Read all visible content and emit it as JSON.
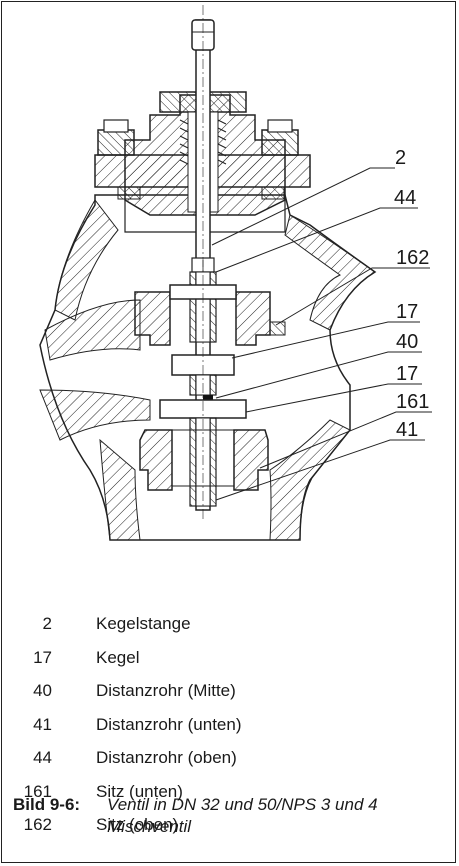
{
  "callouts": [
    "2",
    "44",
    "162",
    "17",
    "40",
    "17",
    "161",
    "41"
  ],
  "legend": [
    {
      "num": "2",
      "text": "Kegelstange"
    },
    {
      "num": "17",
      "text": "Kegel"
    },
    {
      "num": "40",
      "text": "Distanzrohr (Mitte)"
    },
    {
      "num": "41",
      "text": "Distanzrohr (unten)"
    },
    {
      "num": "44",
      "text": "Distanzrohr (oben)"
    },
    {
      "num": "161",
      "text": "Sitz (unten)"
    },
    {
      "num": "162",
      "text": "Sitz (oben)"
    }
  ],
  "caption": {
    "label": "Bild 9-6:",
    "text": "Ventil in DN 32 und 50/NPS 3 und 4 Mischventil"
  }
}
